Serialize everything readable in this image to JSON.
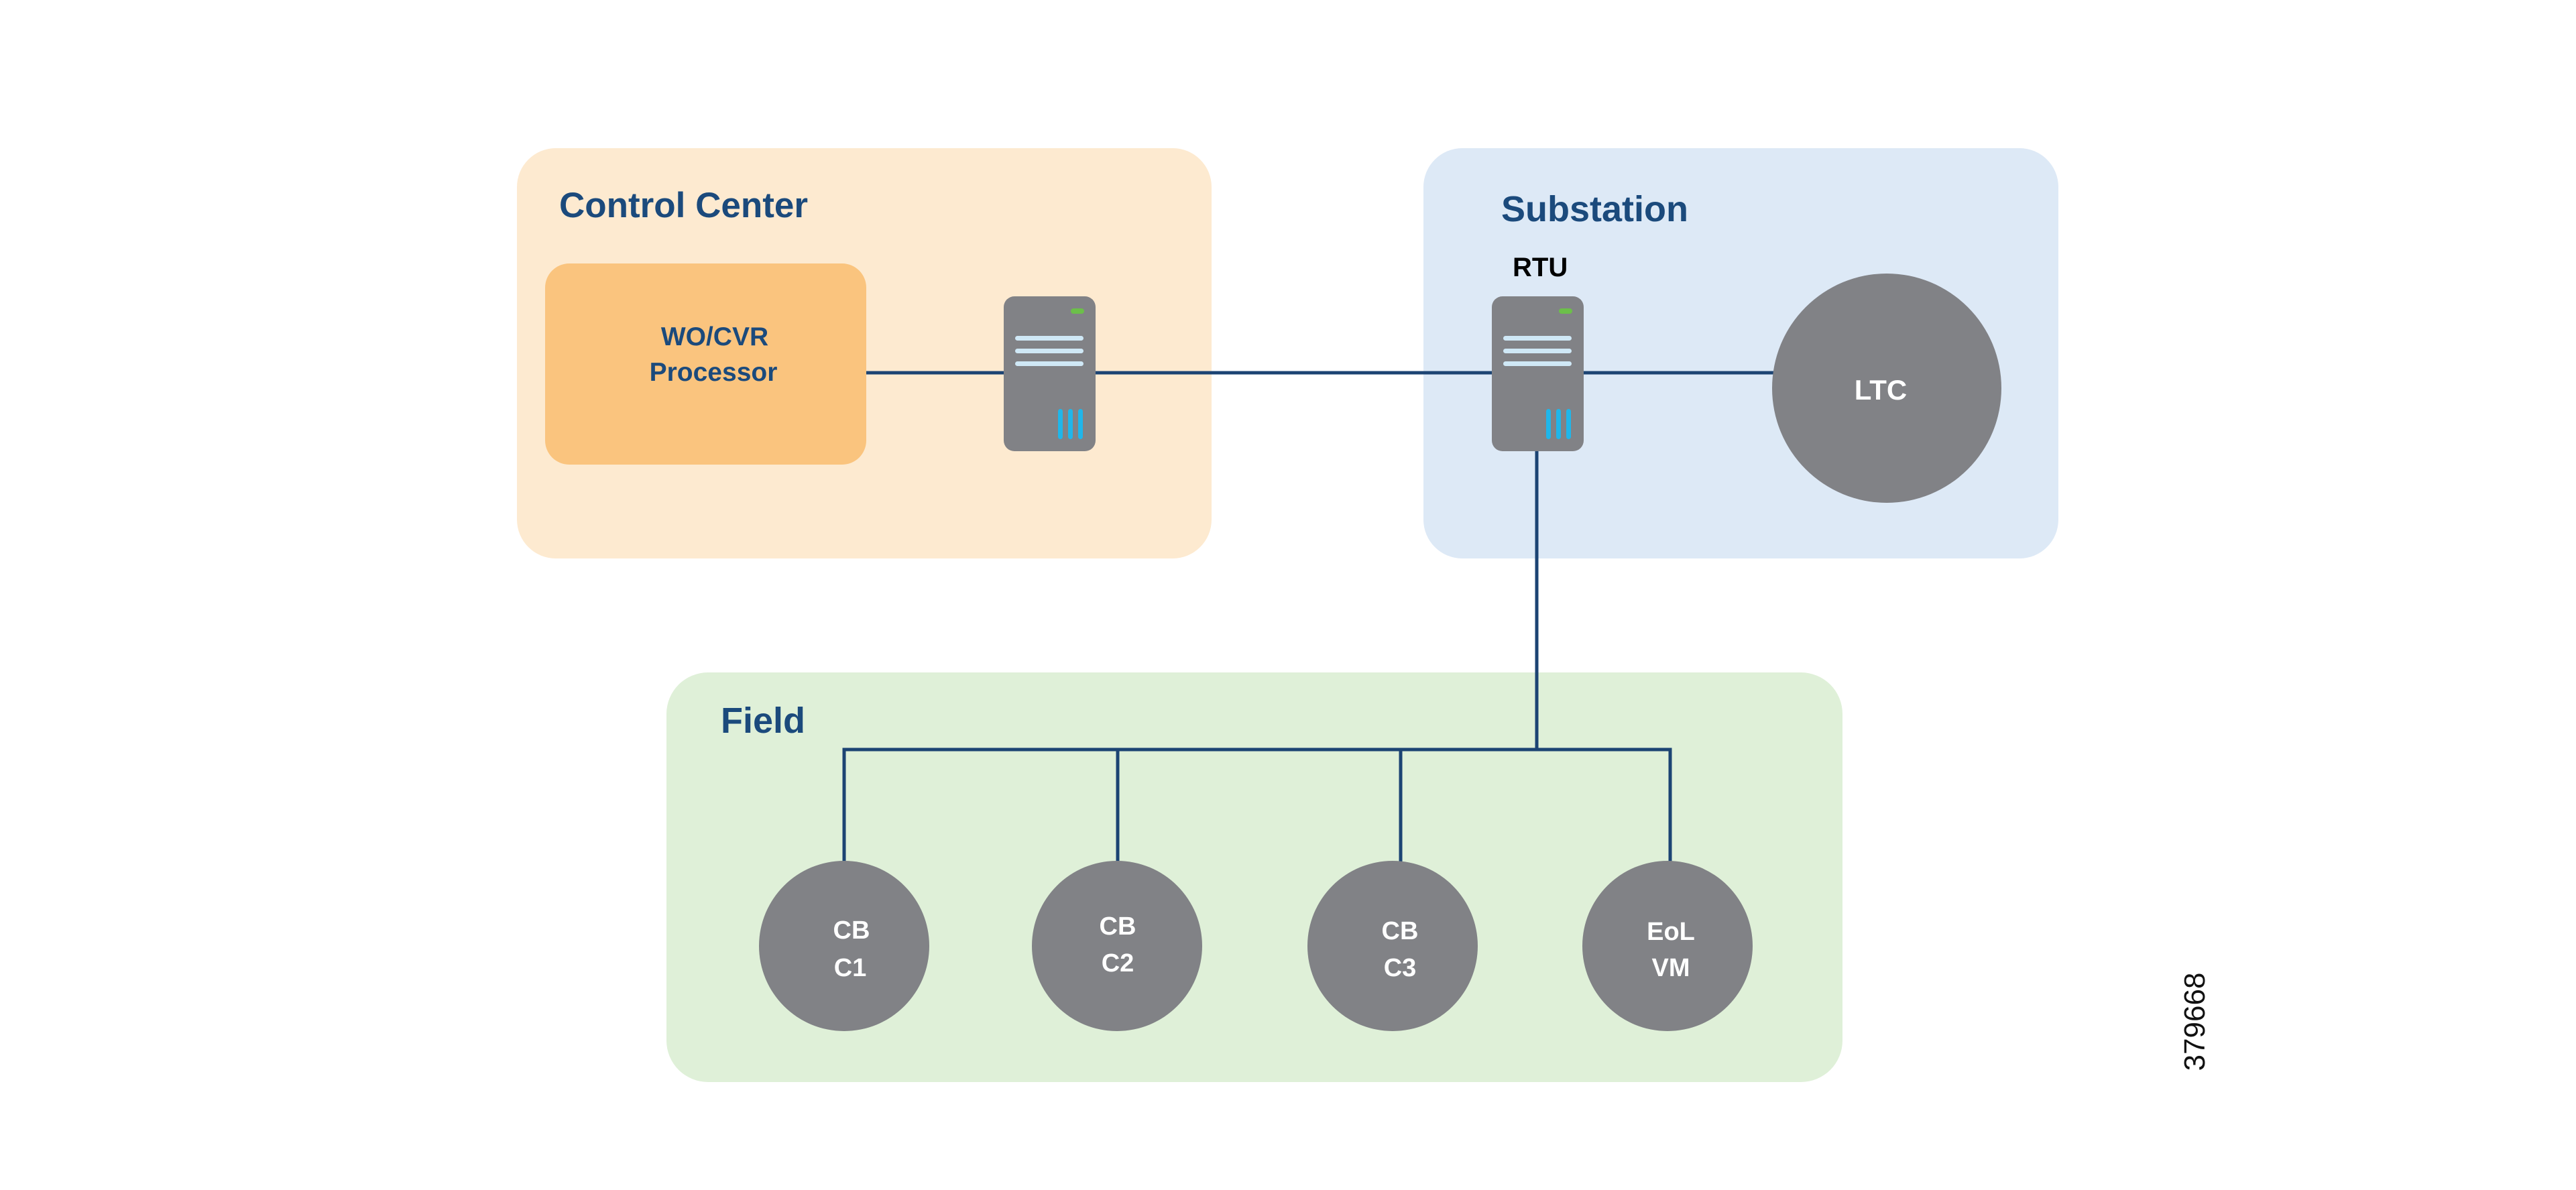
{
  "diagram": {
    "zones": {
      "control_center": {
        "title": "Control Center",
        "fill": "#fdead0"
      },
      "substation": {
        "title": "Substation",
        "fill": "#dde9f6"
      },
      "field": {
        "title": "Field",
        "fill": "#dff0d8"
      }
    },
    "processor": {
      "line1": "WO/CVR",
      "line2": "Processor",
      "fill": "#fac47e"
    },
    "servers": {
      "control_center_server": {
        "icon": "server-icon"
      },
      "rtu": {
        "label": "RTU",
        "icon": "server-icon"
      }
    },
    "ltc": {
      "label": "LTC"
    },
    "field_devices": [
      {
        "line1": "CB",
        "line2": "C1"
      },
      {
        "line1": "CB",
        "line2": "C2"
      },
      {
        "line1": "CB",
        "line2": "C3"
      },
      {
        "line1": "EoL",
        "line2": "VM"
      }
    ],
    "figure_id": "379668",
    "colors": {
      "link": "#1c4473",
      "title": "#1b4a7c",
      "device": "#818286",
      "server_led": "#6cbf4a",
      "server_bars": "#cfe8f6",
      "server_vents": "#1fb6ea"
    },
    "connections": [
      [
        "processor",
        "control_center_server"
      ],
      [
        "control_center_server",
        "rtu"
      ],
      [
        "rtu",
        "ltc"
      ],
      [
        "rtu",
        "field_bus"
      ],
      [
        "field_bus",
        "CB C1"
      ],
      [
        "field_bus",
        "CB C2"
      ],
      [
        "field_bus",
        "CB C3"
      ],
      [
        "field_bus",
        "EoL VM"
      ]
    ]
  }
}
